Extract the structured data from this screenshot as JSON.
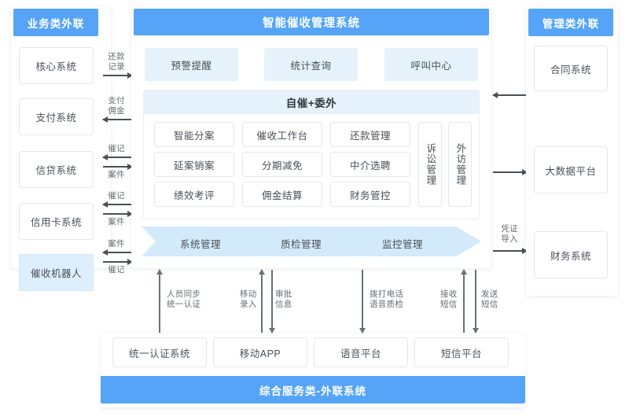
{
  "left_column": {
    "header": "业务类外联",
    "items": [
      {
        "label": "核心系统",
        "highlight": false
      },
      {
        "label": "支付系统",
        "highlight": false
      },
      {
        "label": "信贷系统",
        "highlight": false
      },
      {
        "label": "信用卡系统",
        "highlight": false
      },
      {
        "label": "催收机器人",
        "highlight": true
      }
    ]
  },
  "right_column": {
    "header": "管理类外联",
    "items": [
      {
        "label": "合同系统"
      },
      {
        "label": "大数据平台"
      },
      {
        "label": "财务系统"
      }
    ]
  },
  "center": {
    "header": "智能催收管理系统",
    "top_modules": [
      "预警提醒",
      "统计查询",
      "呼叫中心"
    ],
    "core": {
      "title": "自催+委外",
      "grid": [
        [
          "智能分案",
          "催收工作台",
          "还款管理"
        ],
        [
          "延案销案",
          "分期减免",
          "中介选聘"
        ],
        [
          "绩效考评",
          "佣金结算",
          "财务管控"
        ]
      ],
      "side_modules": [
        "诉讼管理",
        "外访管理"
      ]
    },
    "band": [
      "系统管理",
      "质检管理",
      "监控管理"
    ]
  },
  "bottom": {
    "services": [
      "统一认证系统",
      "移动APP",
      "语音平台",
      "短信平台"
    ],
    "footer": "综合服务类-外联系统"
  },
  "left_flows": [
    {
      "label": "还款\n记录",
      "dir": "right"
    },
    {
      "label": "支付\n佣金",
      "dir": "left"
    },
    {
      "label": "催记",
      "dir": "left"
    },
    {
      "label": "案件",
      "dir": "right"
    },
    {
      "label": "催记",
      "dir": "left"
    },
    {
      "label": "案件",
      "dir": "right"
    },
    {
      "label": "案件",
      "dir": "left"
    },
    {
      "label": "催记",
      "dir": "right"
    }
  ],
  "right_flows": [
    {
      "label": "",
      "dir": "left"
    },
    {
      "label": "",
      "dir": "right"
    },
    {
      "label": "凭证\n导入",
      "dir": "right"
    }
  ],
  "bottom_flows": [
    {
      "label": "人员同步\n统一认证",
      "dir": "up"
    },
    {
      "label": "移动\n录入",
      "dir": "up"
    },
    {
      "label": "审批\n信息",
      "dir": "down"
    },
    {
      "label": "拨打电话\n语音质检",
      "dir": "down"
    },
    {
      "label": "接收\n短信",
      "dir": "up"
    },
    {
      "label": "发送\n短信",
      "dir": "down"
    }
  ],
  "colors": {
    "brand_blue": "#55a4f7",
    "light_blue": "#e5f2fb",
    "band_blue": "#d3eafa",
    "tint_blue": "#ddeefc",
    "text": "#4a4f57"
  }
}
